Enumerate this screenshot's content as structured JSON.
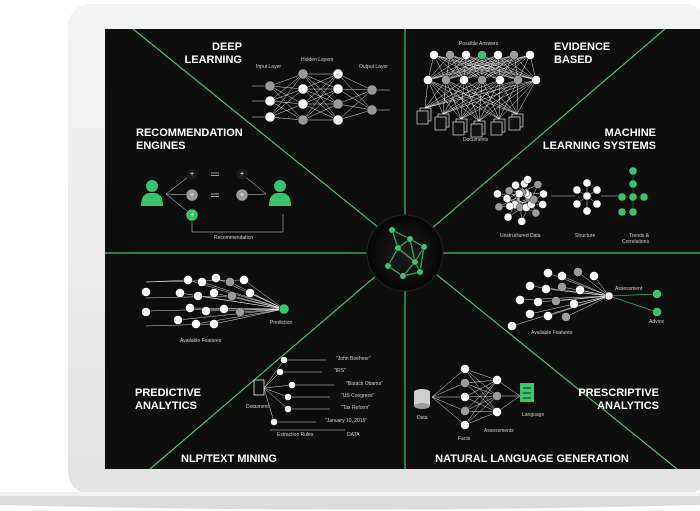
{
  "colors": {
    "accent": "#3ac470",
    "background": "#0d0d0d",
    "line": "#ffffff",
    "gray": "#9a9a9a"
  },
  "segments": {
    "deep_learning": {
      "title": [
        "DEEP",
        "LEARNING"
      ],
      "labels": [
        "Input Layer",
        "Hidden Layers",
        "Output Layer"
      ]
    },
    "evidence_based": {
      "title": [
        "EVIDENCE",
        "BASED"
      ],
      "labels": [
        "Possible Answers",
        "Documents"
      ]
    },
    "recommendation_engines": {
      "title": [
        "RECOMMENDATION",
        "ENGINES"
      ],
      "labels": [
        "Recommendation"
      ]
    },
    "machine_learning_systems": {
      "title": [
        "MACHINE",
        "LEARNING SYSTEMS"
      ],
      "labels": [
        "Unstructured Data",
        "Structure",
        "Trends &",
        "Correlations"
      ]
    },
    "predictive_analytics": {
      "title": [
        "PREDICTIVE",
        "ANALYTICS"
      ],
      "labels": [
        "Prediction",
        "Available Features"
      ]
    },
    "prescriptive_analytics": {
      "title": [
        "PRESCRIPTIVE",
        "ANALYTICS"
      ],
      "labels": [
        "Assessment",
        "Advice",
        "Available Features"
      ]
    },
    "nlp_text_mining": {
      "title": [
        "NLP/TEXT MINING"
      ],
      "labels": [
        "Document",
        "Extraction Rules",
        "DATA"
      ],
      "entities": [
        "\"John Boehner\"",
        "\"IRS\"",
        "\"Barack Obama\"",
        "\"US Congress\"",
        "\"Tax Reform\"",
        "\"January 10, 2015\""
      ]
    },
    "natural_language_generation": {
      "title": [
        "NATURAL LANGUAGE GENERATION"
      ],
      "labels": [
        "Data",
        "Facts",
        "Assessments",
        "Language"
      ]
    }
  }
}
